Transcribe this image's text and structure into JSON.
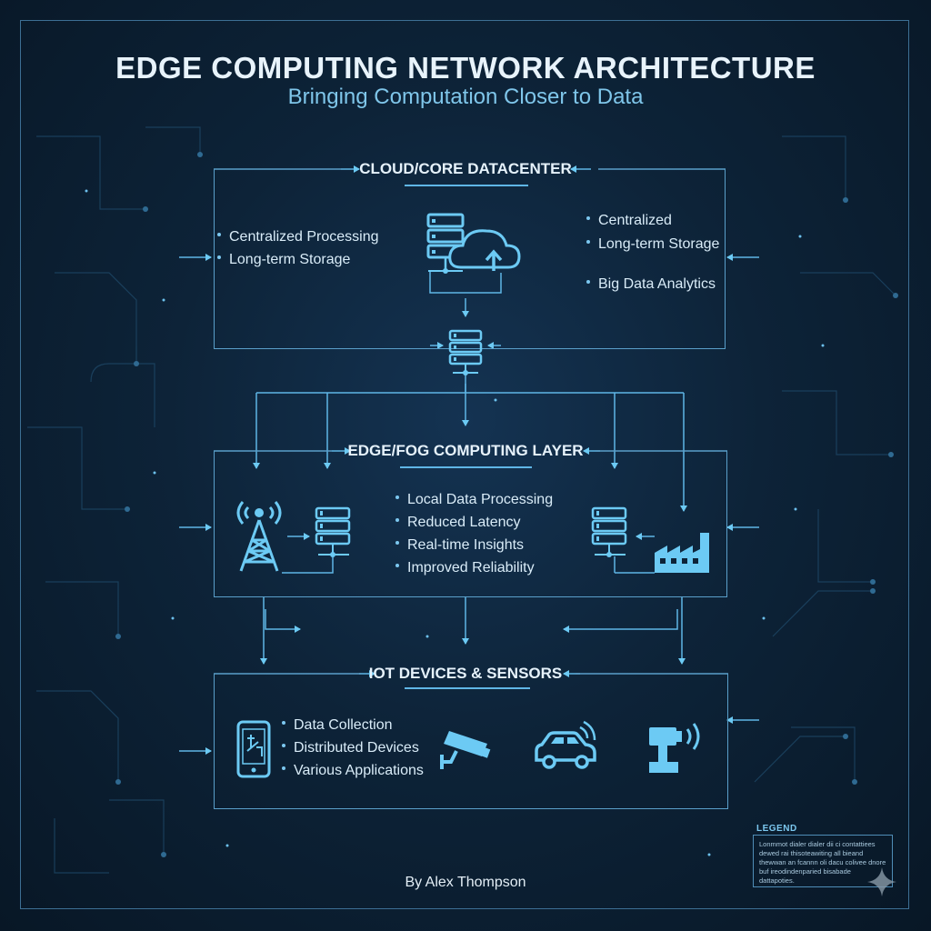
{
  "header": {
    "title": "EDGE COMPUTING NETWORK ARCHITECTURE",
    "subtitle": "Bringing Computation Closer to Data"
  },
  "cloud": {
    "title": "CLOUD/CORE DATACENTER",
    "left_items": [
      "Centralized Processing",
      "Long-term Storage"
    ],
    "right_items": [
      "Centralized",
      "Long-term Storage"
    ],
    "right_extra": "Big Data Analytics"
  },
  "edge": {
    "title": "EDGE/FOG COMPUTING LAYER",
    "items": [
      "Local Data Processing",
      "Reduced Latency",
      "Real-time Insights",
      "Improved Reliability"
    ]
  },
  "iot": {
    "title": "IOT DEVICES & SENSORS",
    "items": [
      "Data Collection",
      "Distributed Devices",
      "Various Applications"
    ]
  },
  "icons": {
    "cloud": [
      "server-rack-icon",
      "cloud-upload-icon",
      "server-rack-icon"
    ],
    "edge": [
      "cell-tower-icon",
      "server-rack-icon",
      "server-rack-icon",
      "factory-icon"
    ],
    "iot": [
      "smartphone-icon",
      "security-camera-icon",
      "connected-car-icon",
      "wireless-sensor-icon"
    ]
  },
  "legend": {
    "title": "LEGEND",
    "text": "Lonmmot dialer dialer dii ci contattiees dewed rai thisoteawiting all bieand thewwan an fcannn oli dacu colivee dnore buf ireodindenparied bisabade dattapoties."
  },
  "footer": {
    "author": "By Alex Thompson"
  },
  "colors": {
    "accent": "#5fb6e6",
    "icon": "#6ccaf4",
    "panel_border": "#5a9fca",
    "background": "#0d2338"
  }
}
